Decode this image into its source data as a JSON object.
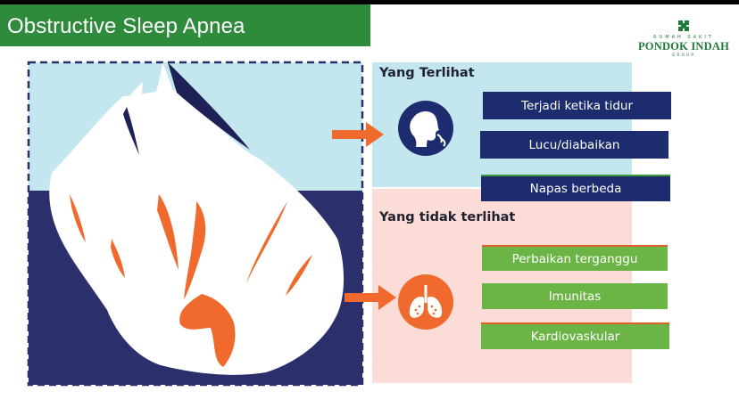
{
  "title": "Obstructive Sleep Apnea",
  "logo": {
    "small_text": "RUMAH SAKIT",
    "main_text": "PONDOK INDAH",
    "group_text": "GROUP"
  },
  "visible_section": {
    "heading": "Yang Terlihat",
    "icon": "person-breathing-icon",
    "items": [
      "Terjadi ketika tidur",
      "Lucu/diabaikan",
      "Napas berbeda"
    ]
  },
  "hidden_section": {
    "heading": "Yang tidak terlihat",
    "icon": "lungs-icon",
    "items": [
      "Perbaikan terganggu",
      "Imunitas",
      "Kardiovaskular"
    ]
  },
  "colors": {
    "title_bar": "#2e8b3c",
    "navy": "#1d2c6e",
    "light_blue": "#c4e7ef",
    "pink": "#fbdcd6",
    "orange": "#f06a2e",
    "green_box": "#6bb546",
    "navy_box": "#1d2c6e"
  }
}
